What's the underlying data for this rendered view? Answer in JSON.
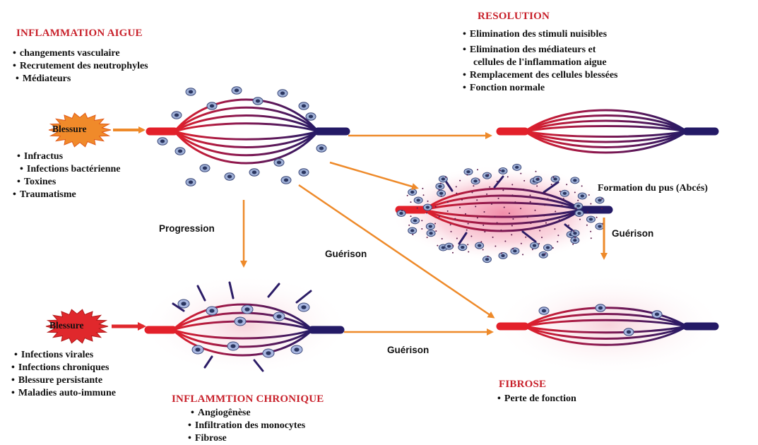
{
  "titles": {
    "acute": "INFLAMMATION AIGUE",
    "resolution": "RESOLUTION",
    "chronic": "INFLAMMTION CHRONIQUE",
    "fibrosis": "FIBROSE"
  },
  "acute_features": [
    "changements vasculaire",
    "Recrutement des neutrophyles",
    "Médiateurs"
  ],
  "resolution_features": [
    "Elimination des stimuli nuisibles",
    "Elimination des médiateurs et",
    "cellules de l'inflammation aigue",
    "Remplacement des cellules blessées",
    "Fonction normale"
  ],
  "injury_top": {
    "label": "Blessure",
    "causes": [
      "Infractus",
      "Infections bactérienne",
      "Toxines",
      "Traumatisme"
    ]
  },
  "injury_bottom": {
    "label": "Blessure",
    "causes": [
      "Infections virales",
      "Infections chroniques",
      "Blessure persistante",
      "Maladies auto-immune"
    ]
  },
  "chronic_features": [
    "Angiogênèse",
    "Infiltration des monocytes",
    "Fibrose"
  ],
  "fibrosis_features": [
    "Perte de fonction"
  ],
  "abscess_label": "Formation du pus (Abcés)",
  "edges": {
    "progression": "Progression",
    "healing_center": "Guérison",
    "healing_bottom": "Guérison",
    "healing_right": "Guérison"
  },
  "colors": {
    "title_red": "#c8202a",
    "arrow_orange": "#ee8a2a",
    "vessel_red": "#d9202a",
    "vessel_navy": "#2b1c66",
    "cell_blue": "#9fb0d6",
    "pink_tissue": "#f3a6b8"
  }
}
